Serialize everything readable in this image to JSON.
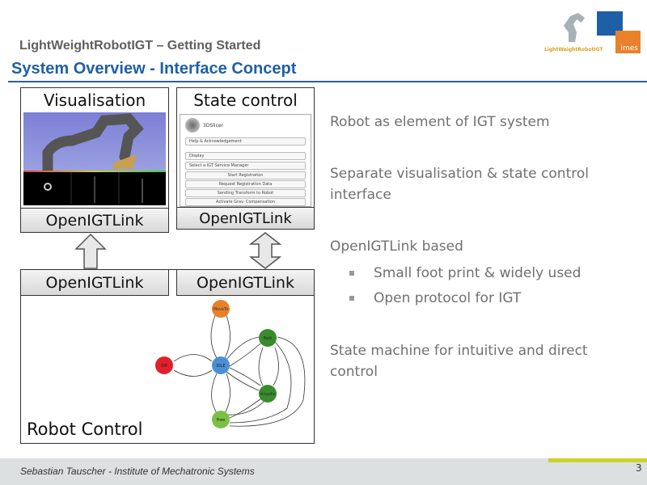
{
  "header": {
    "supertitle": "LightWeightRobotIGT – Getting Started",
    "title": "System Overview - Interface Concept",
    "logo_text": "LightWeightRobotIGT",
    "imes_logo_text": "imes"
  },
  "diagram": {
    "visualisation_label": "Visualisation",
    "state_control_label": "State control",
    "link_label": "OpenIGTLink",
    "robot_control_label": "Robot Control",
    "slicer": {
      "app_name": "3DSlicer",
      "section1": "Help & Acknowledgement",
      "section2": "Display",
      "select": "Select a IGT Service Manager",
      "buttons": [
        "Start Registration",
        "Request Registration Data",
        "Sending Transform to Robot",
        "Activate Grav. Compensation"
      ]
    },
    "states": [
      {
        "name": "MoveTo",
        "color": "#e8812a"
      },
      {
        "name": "Path",
        "color": "#3a8a2e"
      },
      {
        "name": "IDLE",
        "color": "#4a8fd6"
      },
      {
        "name": "Off",
        "color": "#e0202a"
      },
      {
        "name": "VirtualFix",
        "color": "#3a8a2e"
      },
      {
        "name": "Free",
        "color": "#7ac143"
      }
    ]
  },
  "content": {
    "p1": "Robot as element of IGT system",
    "p2": "Separate visualisation & state control interface",
    "p3": "OpenIGTLink based",
    "b1": "Small foot print & widely used",
    "b2": "Open protocol for IGT",
    "p4": "State machine for intuitive and direct control"
  },
  "footer": {
    "author": "Sebastian Tauscher - Institute of Mechatronic Systems",
    "page": "3"
  }
}
